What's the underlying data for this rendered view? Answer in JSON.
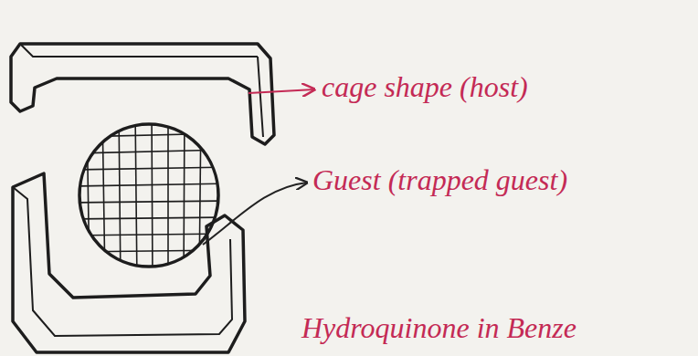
{
  "diagram": {
    "labels": [
      "cage shape (host)",
      "Guest (trapped guest)",
      "Hydroquinone in Benze"
    ]
  }
}
